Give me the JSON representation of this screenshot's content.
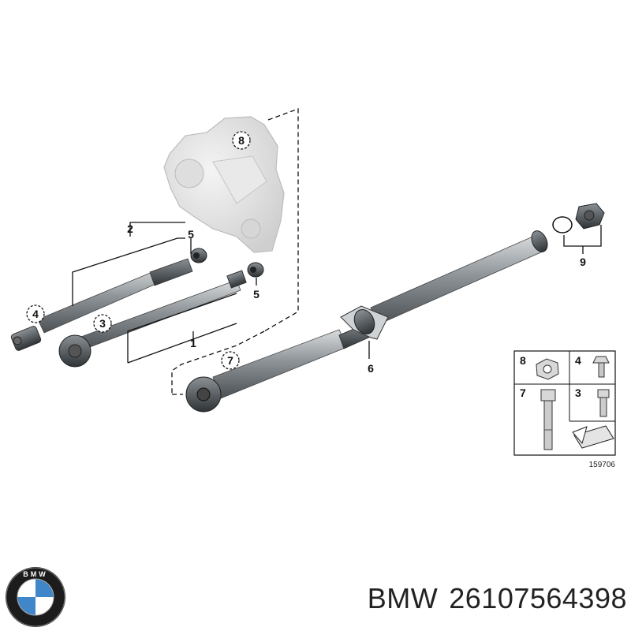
{
  "callouts": {
    "c1": "1",
    "c2": "2",
    "c3": "3",
    "c4": "4",
    "c5a": "5",
    "c5b": "5",
    "c6": "6",
    "c7": "7",
    "c8": "8",
    "c9": "9"
  },
  "legend": {
    "n8": "8",
    "n4": "4",
    "n7": "7",
    "n3": "3",
    "ref": "159706"
  },
  "logo": {
    "text": "BMW"
  },
  "caption": {
    "brand": "BMW",
    "part_number": "26107564398"
  },
  "colors": {
    "metal": "#9aa0a4",
    "dark": "#3c4246",
    "outline": "#111111",
    "housing": "#e6e6e6"
  }
}
